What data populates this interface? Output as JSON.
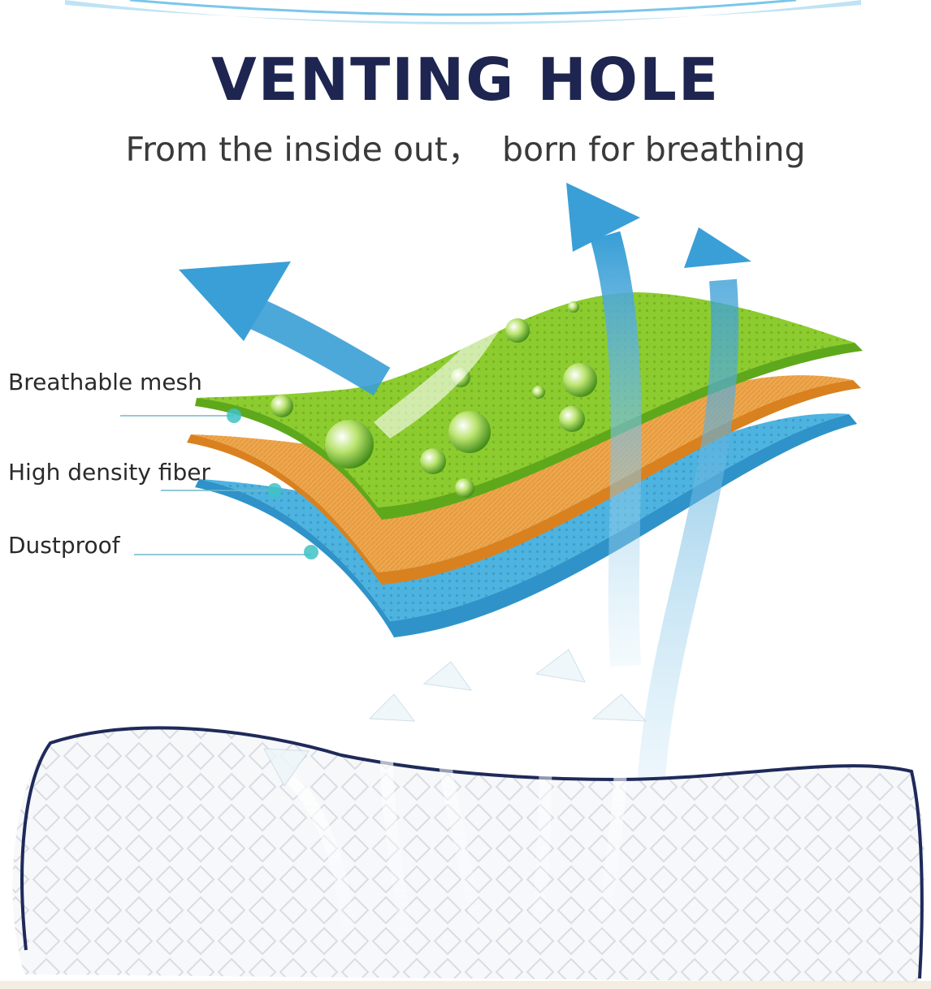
{
  "header": {
    "title": "VENTING HOLE",
    "subtitle": "From the inside out，  born for breathing"
  },
  "layers": [
    {
      "label": "Breathable mesh"
    },
    {
      "label": "High density fiber"
    },
    {
      "label": "Dustproof"
    }
  ],
  "colors": {
    "title": "#1d2550",
    "mesh": "#8ccc2e",
    "fiber": "#f0a64a",
    "dustproof": "#4db3e0",
    "arrow": "#3a9fd6",
    "pillow_piping": "#1f2a5a"
  },
  "icons": [
    "airflow-arrow-icon",
    "water-droplet-icon",
    "marker-dot-icon"
  ]
}
